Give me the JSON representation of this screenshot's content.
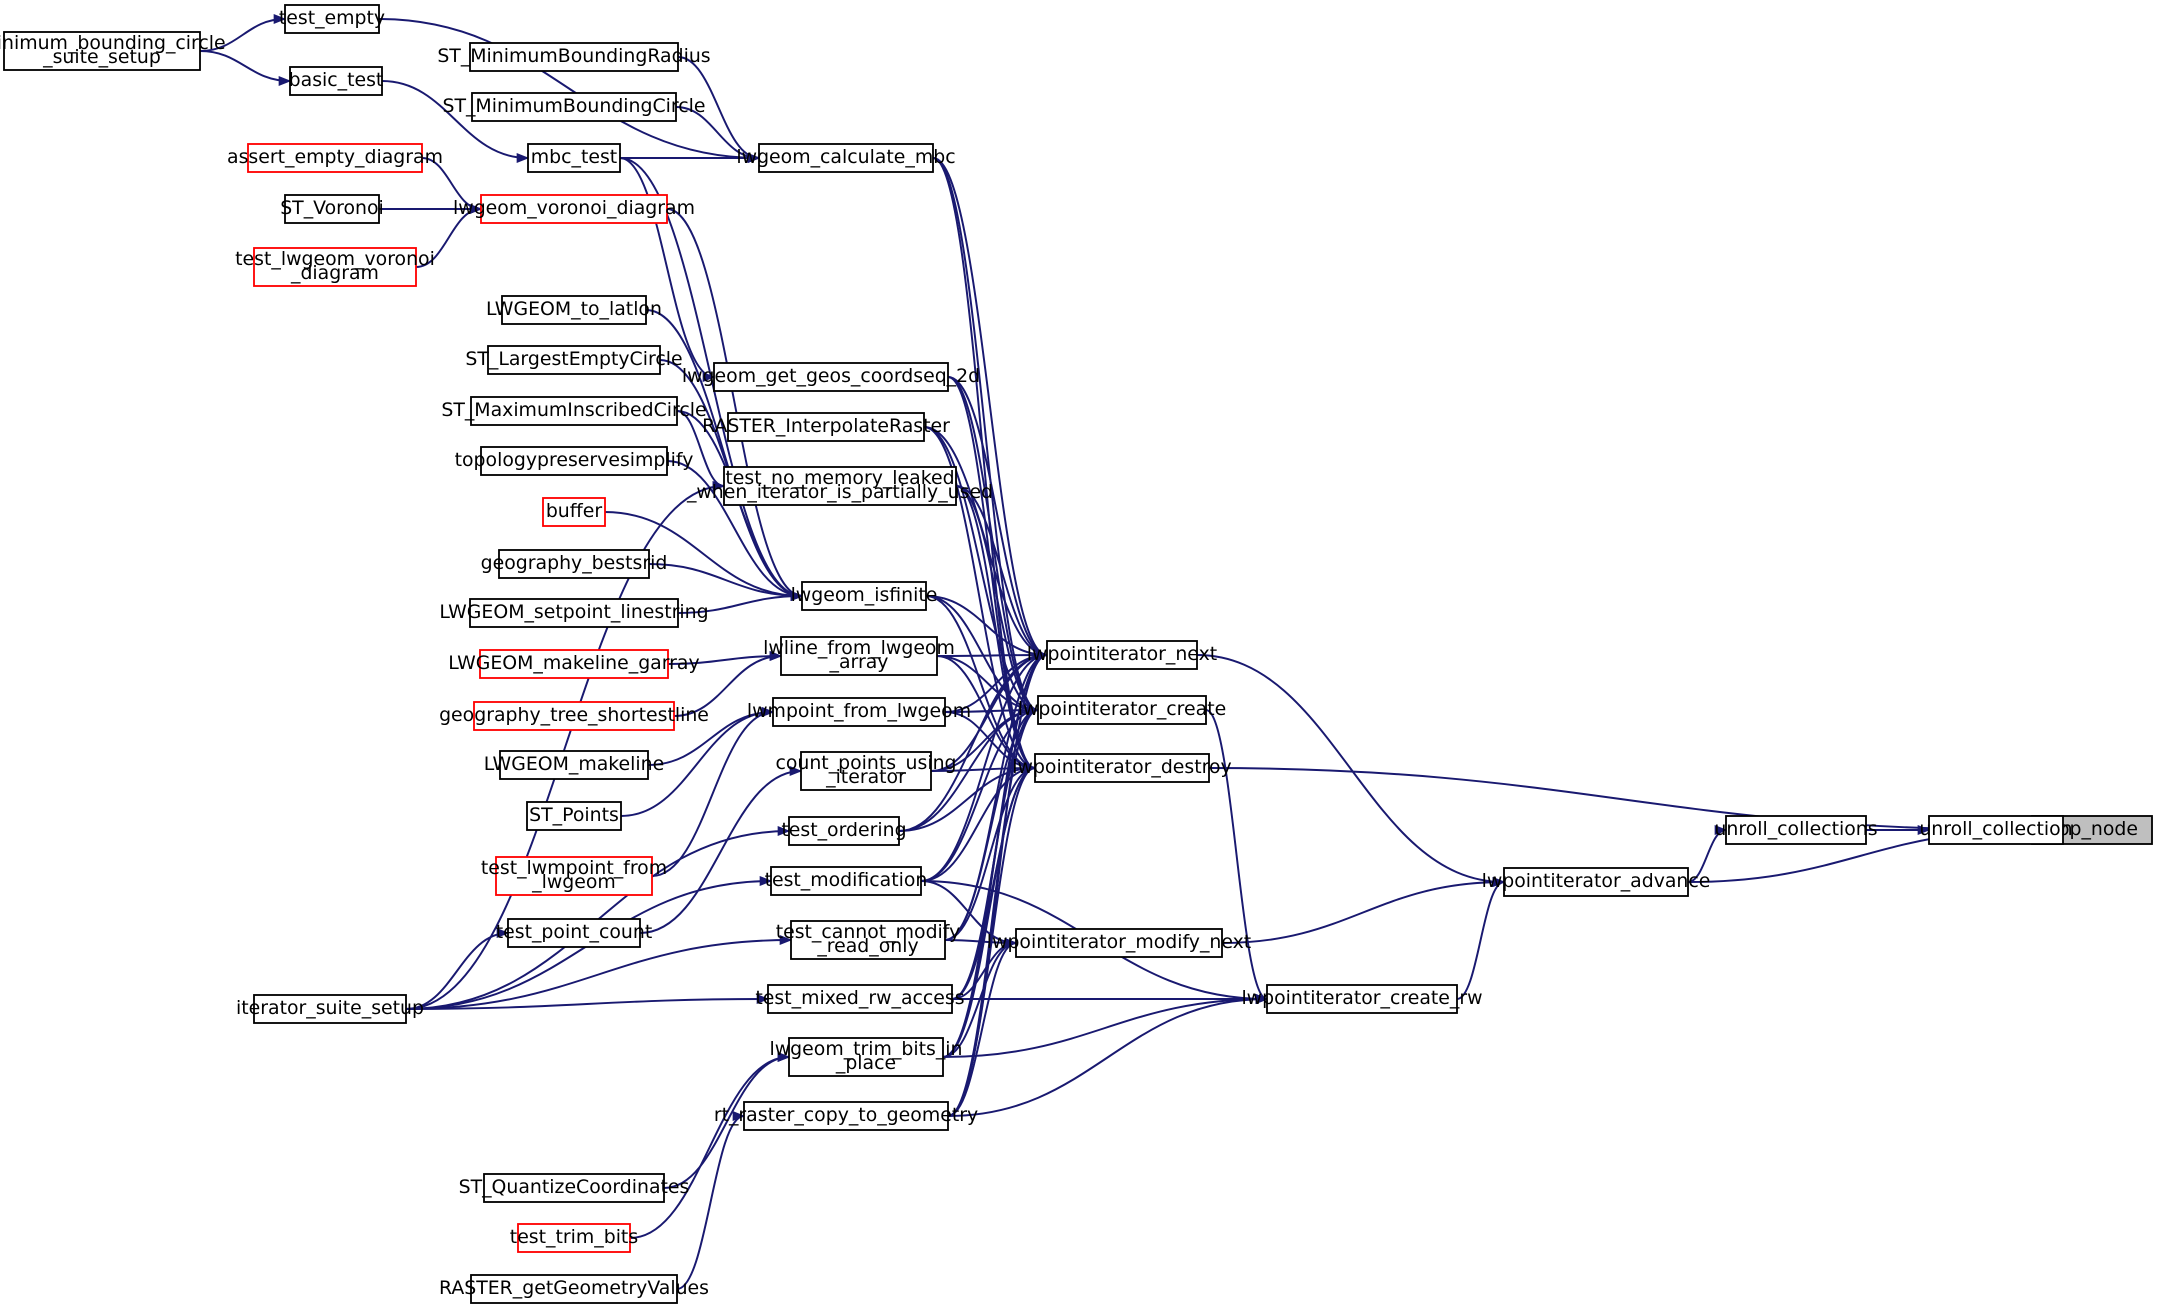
{
  "colors": {
    "edge": "#191970",
    "node_border": "#000000",
    "node_border_truncated": "#ff0000",
    "focus_fill": "#bfbfbf"
  },
  "nodes": [
    {
      "id": "pop_node",
      "lines": [
        "pop_node"
      ],
      "style": "focus"
    },
    {
      "id": "unroll_collection",
      "lines": [
        "unroll_collection"
      ]
    },
    {
      "id": "unroll_collections",
      "lines": [
        "unroll_collections"
      ]
    },
    {
      "id": "lwpointiterator_advance",
      "lines": [
        "lwpointiterator_advance"
      ]
    },
    {
      "id": "lwpointiterator_destroy",
      "lines": [
        "lwpointiterator_destroy"
      ]
    },
    {
      "id": "lwpointiterator_next",
      "lines": [
        "lwpointiterator_next"
      ]
    },
    {
      "id": "lwpointiterator_create",
      "lines": [
        "lwpointiterator_create"
      ]
    },
    {
      "id": "lwpointiterator_modify_next",
      "lines": [
        "lwpointiterator_modify_next"
      ]
    },
    {
      "id": "lwpointiterator_create_rw",
      "lines": [
        "lwpointiterator_create_rw"
      ]
    },
    {
      "id": "lwgeom_calculate_mbc",
      "lines": [
        "lwgeom_calculate_mbc"
      ]
    },
    {
      "id": "lwgeom_get_geos_coordseq_2d",
      "lines": [
        "lwgeom_get_geos_coordseq_2d"
      ]
    },
    {
      "id": "RASTER_InterpolateRaster",
      "lines": [
        "RASTER_InterpolateRaster"
      ]
    },
    {
      "id": "test_no_memory_leaked",
      "lines": [
        "test_no_memory_leaked",
        "_when_iterator_is_partially_used"
      ]
    },
    {
      "id": "lwgeom_isfinite",
      "lines": [
        "lwgeom_isfinite"
      ]
    },
    {
      "id": "lwline_from_lwgeom_array",
      "lines": [
        "lwline_from_lwgeom",
        "_array"
      ]
    },
    {
      "id": "lwmpoint_from_lwgeom",
      "lines": [
        "lwmpoint_from_lwgeom"
      ]
    },
    {
      "id": "count_points_using_iterator",
      "lines": [
        "count_points_using",
        "_iterator"
      ]
    },
    {
      "id": "test_ordering",
      "lines": [
        "test_ordering"
      ]
    },
    {
      "id": "test_modification",
      "lines": [
        "test_modification"
      ]
    },
    {
      "id": "test_cannot_modify_read_only",
      "lines": [
        "test_cannot_modify",
        "_read_only"
      ]
    },
    {
      "id": "test_mixed_rw_access",
      "lines": [
        "test_mixed_rw_access"
      ]
    },
    {
      "id": "lwgeom_trim_bits_in_place",
      "lines": [
        "lwgeom_trim_bits_in",
        "_place"
      ]
    },
    {
      "id": "rt_raster_copy_to_geometry",
      "lines": [
        "rt_raster_copy_to_geometry"
      ]
    },
    {
      "id": "ST_MinimumBoundingRadius",
      "lines": [
        "ST_MinimumBoundingRadius"
      ]
    },
    {
      "id": "ST_MinimumBoundingCircle",
      "lines": [
        "ST_MinimumBoundingCircle"
      ]
    },
    {
      "id": "mbc_test",
      "lines": [
        "mbc_test"
      ]
    },
    {
      "id": "test_empty",
      "lines": [
        "test_empty"
      ]
    },
    {
      "id": "basic_test",
      "lines": [
        "basic_test"
      ]
    },
    {
      "id": "minimum_bounding_circle_suite_setup",
      "lines": [
        "minimum_bounding_circle",
        "_suite_setup"
      ]
    },
    {
      "id": "lwgeom_voronoi_diagram",
      "lines": [
        "lwgeom_voronoi_diagram"
      ],
      "style": "red"
    },
    {
      "id": "assert_empty_diagram",
      "lines": [
        "assert_empty_diagram"
      ],
      "style": "red"
    },
    {
      "id": "ST_Voronoi",
      "lines": [
        "ST_Voronoi"
      ]
    },
    {
      "id": "test_lwgeom_voronoi_diagram",
      "lines": [
        "test_lwgeom_voronoi",
        "_diagram"
      ],
      "style": "red"
    },
    {
      "id": "LWGEOM_to_latlon",
      "lines": [
        "LWGEOM_to_latlon"
      ]
    },
    {
      "id": "ST_LargestEmptyCircle",
      "lines": [
        "ST_LargestEmptyCircle"
      ]
    },
    {
      "id": "ST_MaximumInscribedCircle",
      "lines": [
        "ST_MaximumInscribedCircle"
      ]
    },
    {
      "id": "topologypreservesimplify",
      "lines": [
        "topologypreservesimplify"
      ]
    },
    {
      "id": "buffer",
      "lines": [
        "buffer"
      ],
      "style": "red"
    },
    {
      "id": "geography_bestsrid",
      "lines": [
        "geography_bestsrid"
      ]
    },
    {
      "id": "LWGEOM_setpoint_linestring",
      "lines": [
        "LWGEOM_setpoint_linestring"
      ]
    },
    {
      "id": "LWGEOM_makeline_garray",
      "lines": [
        "LWGEOM_makeline_garray"
      ],
      "style": "red"
    },
    {
      "id": "geography_tree_shortestline",
      "lines": [
        "geography_tree_shortestline"
      ],
      "style": "red"
    },
    {
      "id": "LWGEOM_makeline",
      "lines": [
        "LWGEOM_makeline"
      ]
    },
    {
      "id": "ST_Points",
      "lines": [
        "ST_Points"
      ]
    },
    {
      "id": "test_lwmpoint_from_lwgeom",
      "lines": [
        "test_lwmpoint_from",
        "_lwgeom"
      ],
      "style": "red"
    },
    {
      "id": "test_point_count",
      "lines": [
        "test_point_count"
      ]
    },
    {
      "id": "iterator_suite_setup",
      "lines": [
        "iterator_suite_setup"
      ]
    },
    {
      "id": "ST_QuantizeCoordinates",
      "lines": [
        "ST_QuantizeCoordinates"
      ]
    },
    {
      "id": "test_trim_bits",
      "lines": [
        "test_trim_bits"
      ],
      "style": "red"
    },
    {
      "id": "RASTER_getGeometryValues",
      "lines": [
        "RASTER_getGeometryValues"
      ]
    }
  ]
}
